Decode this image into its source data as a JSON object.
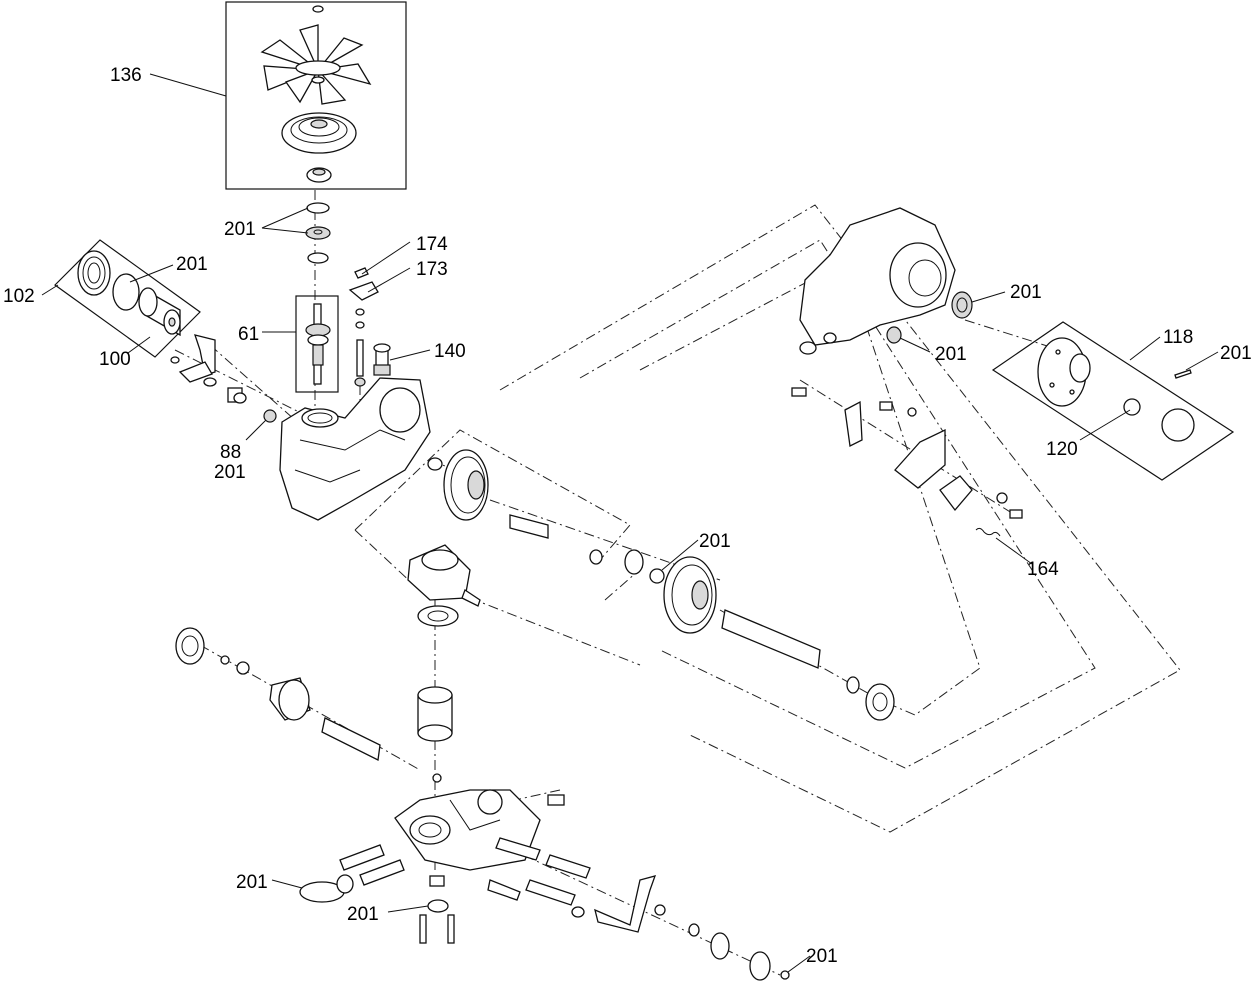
{
  "callouts": {
    "c136": "136",
    "c201_seal_top": "201",
    "c174": "174",
    "c173": "173",
    "c102": "102",
    "c201_filter": "201",
    "c100": "100",
    "c61": "61",
    "c140": "140",
    "c88": "88",
    "c201_88": "201",
    "c201_housing_seal": "201",
    "c201_housing_ring": "201",
    "c118": "118",
    "c201_hub": "201",
    "c120": "120",
    "c164": "164",
    "c201_oring": "201",
    "c201_gasket_left": "201",
    "c201_oring_bottom": "201",
    "c201_small_oring": "201"
  }
}
